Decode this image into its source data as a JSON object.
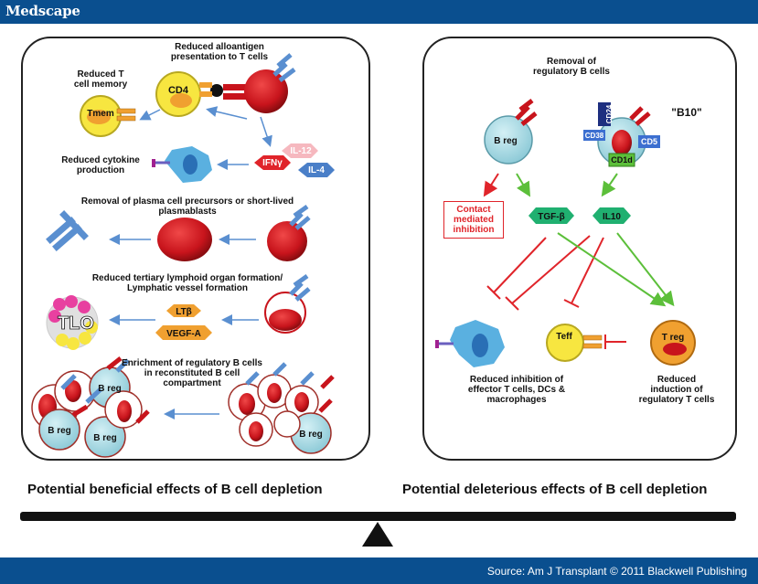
{
  "header": {
    "brand": "Medscape"
  },
  "footer": {
    "source": "Source: Am J Transplant © 2011 Blackwell Publishing"
  },
  "left": {
    "alloantigen_label": "Reduced alloantigen\npresentation to T cells",
    "cd4": "CD4",
    "memory_label": "Reduced T\ncell memory",
    "tmem": "Tmem",
    "cytokine_label": "Reduced cytokine\nproduction",
    "ifng": "IFNγ",
    "il12": "IL-12",
    "il4": "IL-4",
    "plasma_label": "Removal of plasma cell precursors or short-lived\nplasmablasts",
    "tlo_section_label": "Reduced  tertiary lymphoid organ formation/\nLymphatic vessel formation",
    "tlo": "TLO",
    "ltb": "LTβ",
    "vegfa": "VEGF-A",
    "enrichment_label": "Enrichment of regulatory B cells\nin reconstituted B cell\ncompartment",
    "breg": "B reg"
  },
  "right": {
    "removal_label": "Removal of\nregulatory B cells",
    "breg": "B reg",
    "b10": "\"B10\"",
    "cd24": "CD24",
    "cd38": "CD38",
    "cd5": "CD5",
    "cd1d": "CD1d",
    "contact_label": "Contact\nmediated\ninhibition",
    "tgfb": "TGF-β",
    "il10": "IL10",
    "teff": "Teff",
    "treg": "T reg",
    "inhibition_label": "Reduced inhibition of\neffector T cells, DCs &\nmacrophages",
    "induction_label": "Reduced\ninduction of\nregulatory T cells"
  },
  "captions": {
    "beneficial": "Potential beneficial effects of B cell depletion",
    "deleterious": "Potential deleterious effects of B cell depletion"
  },
  "colors": {
    "header": "#0a4f8f",
    "bcell_red": "#c8141c",
    "antibody_blue": "#5a8fd0",
    "breg_fill": "#a8dbe5",
    "tcell_yellow": "#f7e640",
    "teff_orange": "#f0a030",
    "inhibit_red": "#e0242a",
    "promote_green": "#5cbf3a"
  }
}
